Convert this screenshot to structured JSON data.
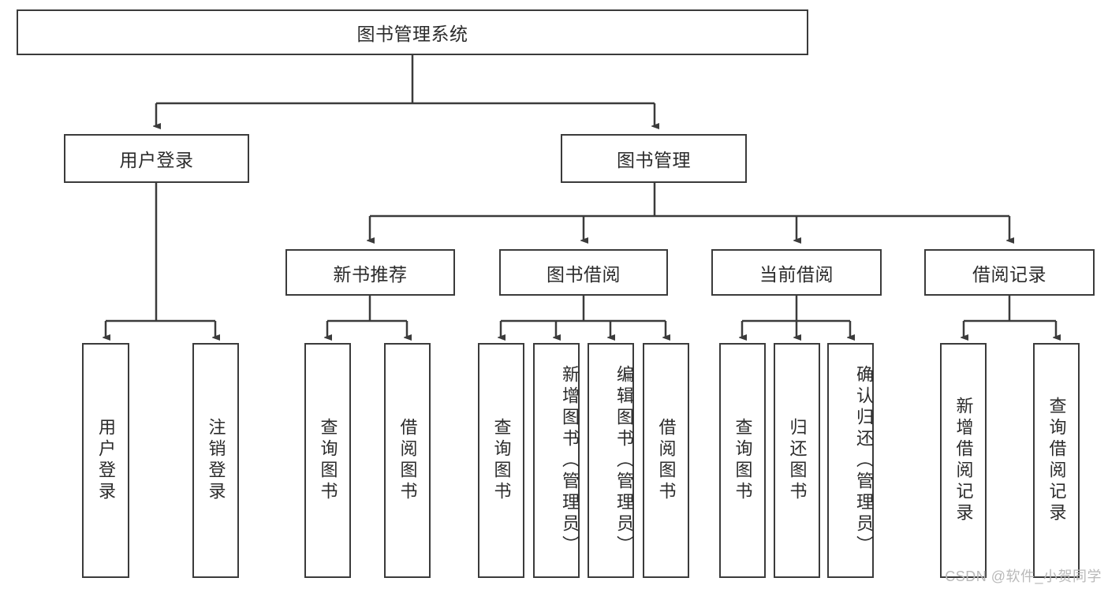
{
  "diagram": {
    "title": "图书管理系统",
    "type": "tree-hierarchy-diagram",
    "nodes": {
      "root": {
        "label": "图书管理系统"
      },
      "l2": [
        {
          "id": "user-login",
          "label": "用户登录"
        },
        {
          "id": "book-management",
          "label": "图书管理"
        }
      ],
      "l3": [
        {
          "id": "new-book-recommend",
          "label": "新书推荐"
        },
        {
          "id": "book-borrow",
          "label": "图书借阅"
        },
        {
          "id": "current-borrow",
          "label": "当前借阅"
        },
        {
          "id": "borrow-record",
          "label": "借阅记录"
        }
      ],
      "leaves": [
        {
          "id": "leaf-user-login",
          "label": "用户登录"
        },
        {
          "id": "leaf-logout-login",
          "label": "注销登录"
        },
        {
          "id": "leaf-query-book-1",
          "label": "查询图书"
        },
        {
          "id": "leaf-borrow-book-1",
          "label": "借阅图书"
        },
        {
          "id": "leaf-query-book-2",
          "label": "查询图书"
        },
        {
          "id": "leaf-add-book",
          "label": "新增图书（管理员）"
        },
        {
          "id": "leaf-edit-book",
          "label": "编辑图书（管理员）"
        },
        {
          "id": "leaf-borrow-book-2",
          "label": "借阅图书"
        },
        {
          "id": "leaf-query-book-3",
          "label": "查询图书"
        },
        {
          "id": "leaf-return-book",
          "label": "归还图书"
        },
        {
          "id": "leaf-confirm-return",
          "label": "确认归还（管理员）"
        },
        {
          "id": "leaf-add-record",
          "label": "新增借阅记录"
        },
        {
          "id": "leaf-query-record",
          "label": "查询借阅记录"
        }
      ]
    },
    "colors": {
      "stroke": "#3b3b3b",
      "fill": "#ffffff",
      "text": "#2b2b2b",
      "watermark": "#b9b9b9"
    }
  },
  "watermark": {
    "text": "CSDN @软件_小贺同学"
  }
}
